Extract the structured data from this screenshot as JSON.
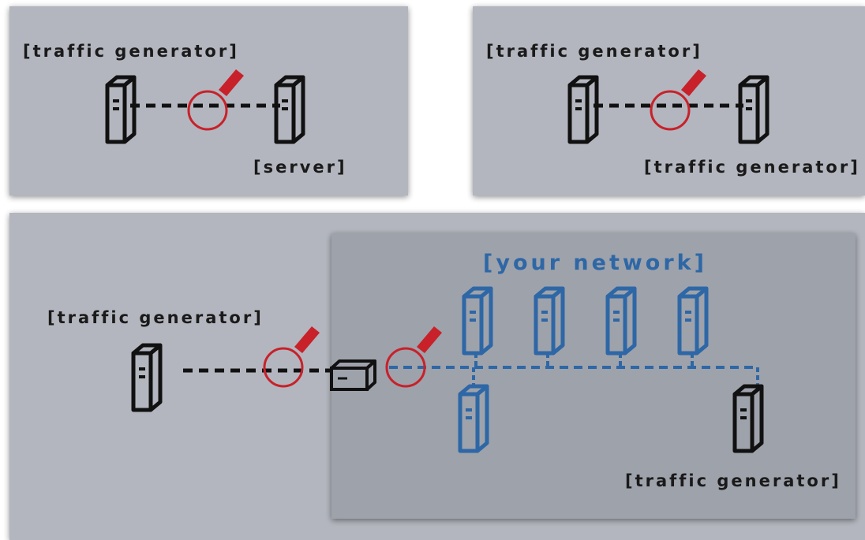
{
  "panel_top_left": {
    "label_generator": "[traffic generator]",
    "label_server": "[server]"
  },
  "panel_top_right": {
    "label_generator_top": "[traffic generator]",
    "label_generator_bottom": "[traffic generator]"
  },
  "panel_bottom": {
    "label_external_generator": "[traffic generator]",
    "label_network": "[your network]",
    "label_internal_generator": "[traffic generator]"
  },
  "colors": {
    "panel_bg": "#b3b6be",
    "network_bg": "#9ea2ab",
    "device_stroke": "#111111",
    "network_blue": "#2e67a6",
    "probe_red": "#c8212a",
    "link_black": "#111111"
  }
}
